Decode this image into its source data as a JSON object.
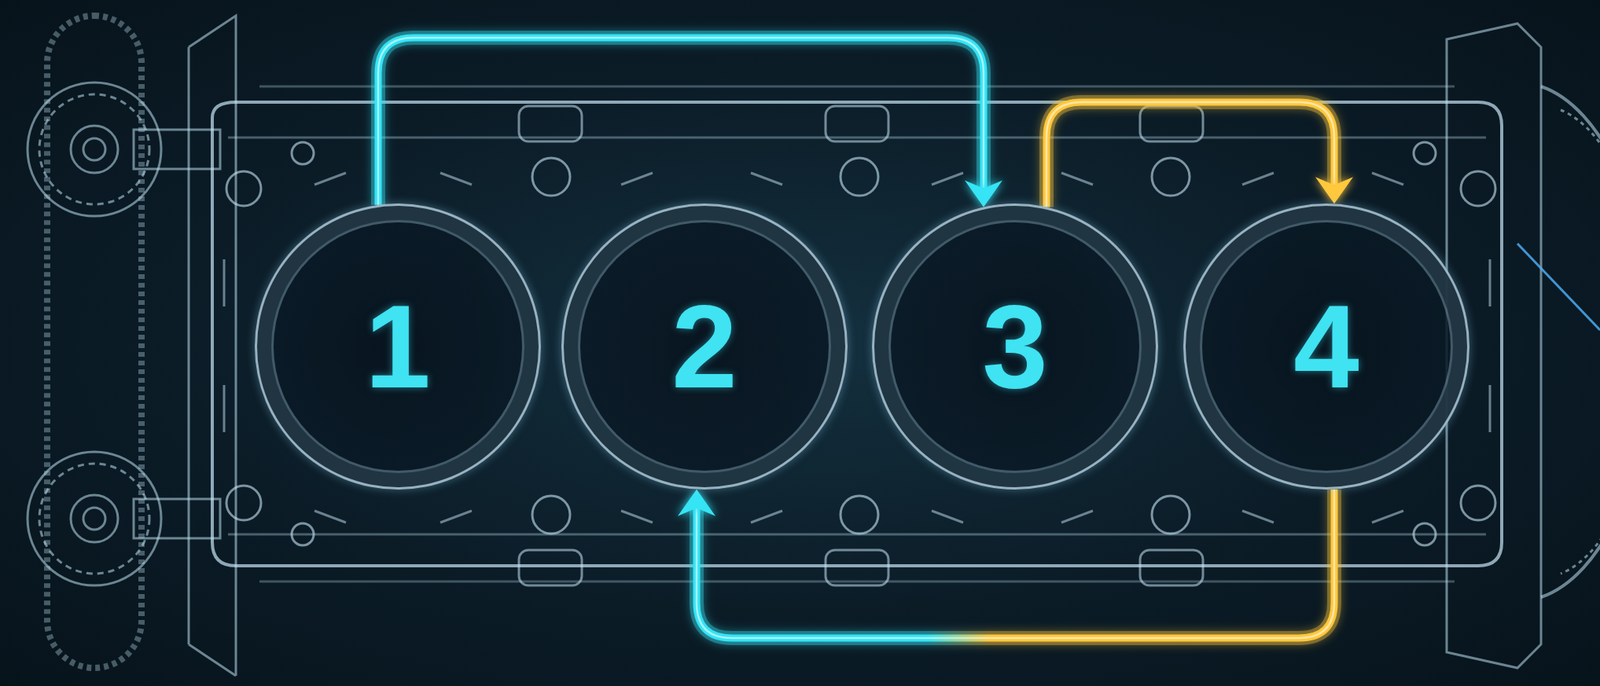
{
  "diagram": {
    "nodes": [
      {
        "text": [
          "1"
        ]
      },
      {
        "text": [
          "2"
        ]
      },
      {
        "text": [
          "3"
        ]
      },
      {
        "text": [
          "4"
        ]
      }
    ],
    "edges": [
      {
        "from": 0,
        "to": 2,
        "arrow": "to"
      },
      {
        "from": 2,
        "to": 3,
        "arrow": "to"
      },
      {
        "from": 3,
        "to": 1,
        "arrow": "to"
      }
    ]
  }
}
